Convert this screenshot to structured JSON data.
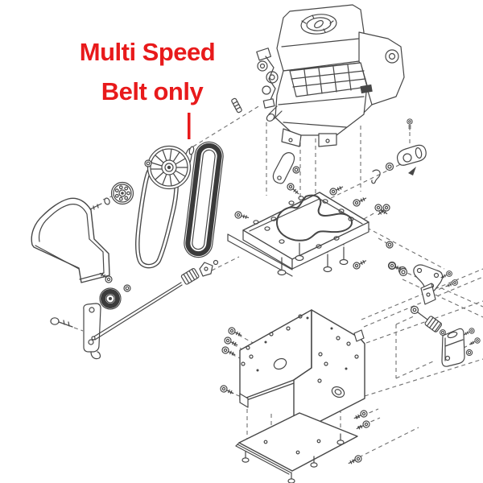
{
  "annotation": {
    "line1": "Multi Speed",
    "line2": "Belt only",
    "color": "#e81a1b"
  },
  "colors": {
    "line": "#474747",
    "dash_line": "#6f6f6f",
    "belt_shade": "#3b3b3b",
    "background": "#ffffff"
  },
  "parts": [
    "engine-assembly",
    "fuel-cap",
    "air-cleaner",
    "carburetor-linkage",
    "engine-pulley",
    "fan-pulley",
    "drive-belt",
    "multi-speed-belt",
    "belt-guard-cover",
    "idler-pulley",
    "idler-bracket",
    "tension-rod",
    "tension-spring",
    "clevis",
    "engine-mount-plate",
    "carriage-bolt",
    "mounting-screw",
    "washer",
    "nut",
    "pivot-clamp",
    "l-bracket",
    "tensioner-bracket",
    "spring-bolt",
    "frame-left-panel",
    "frame-right-panel",
    "frame-bottom-plate"
  ]
}
